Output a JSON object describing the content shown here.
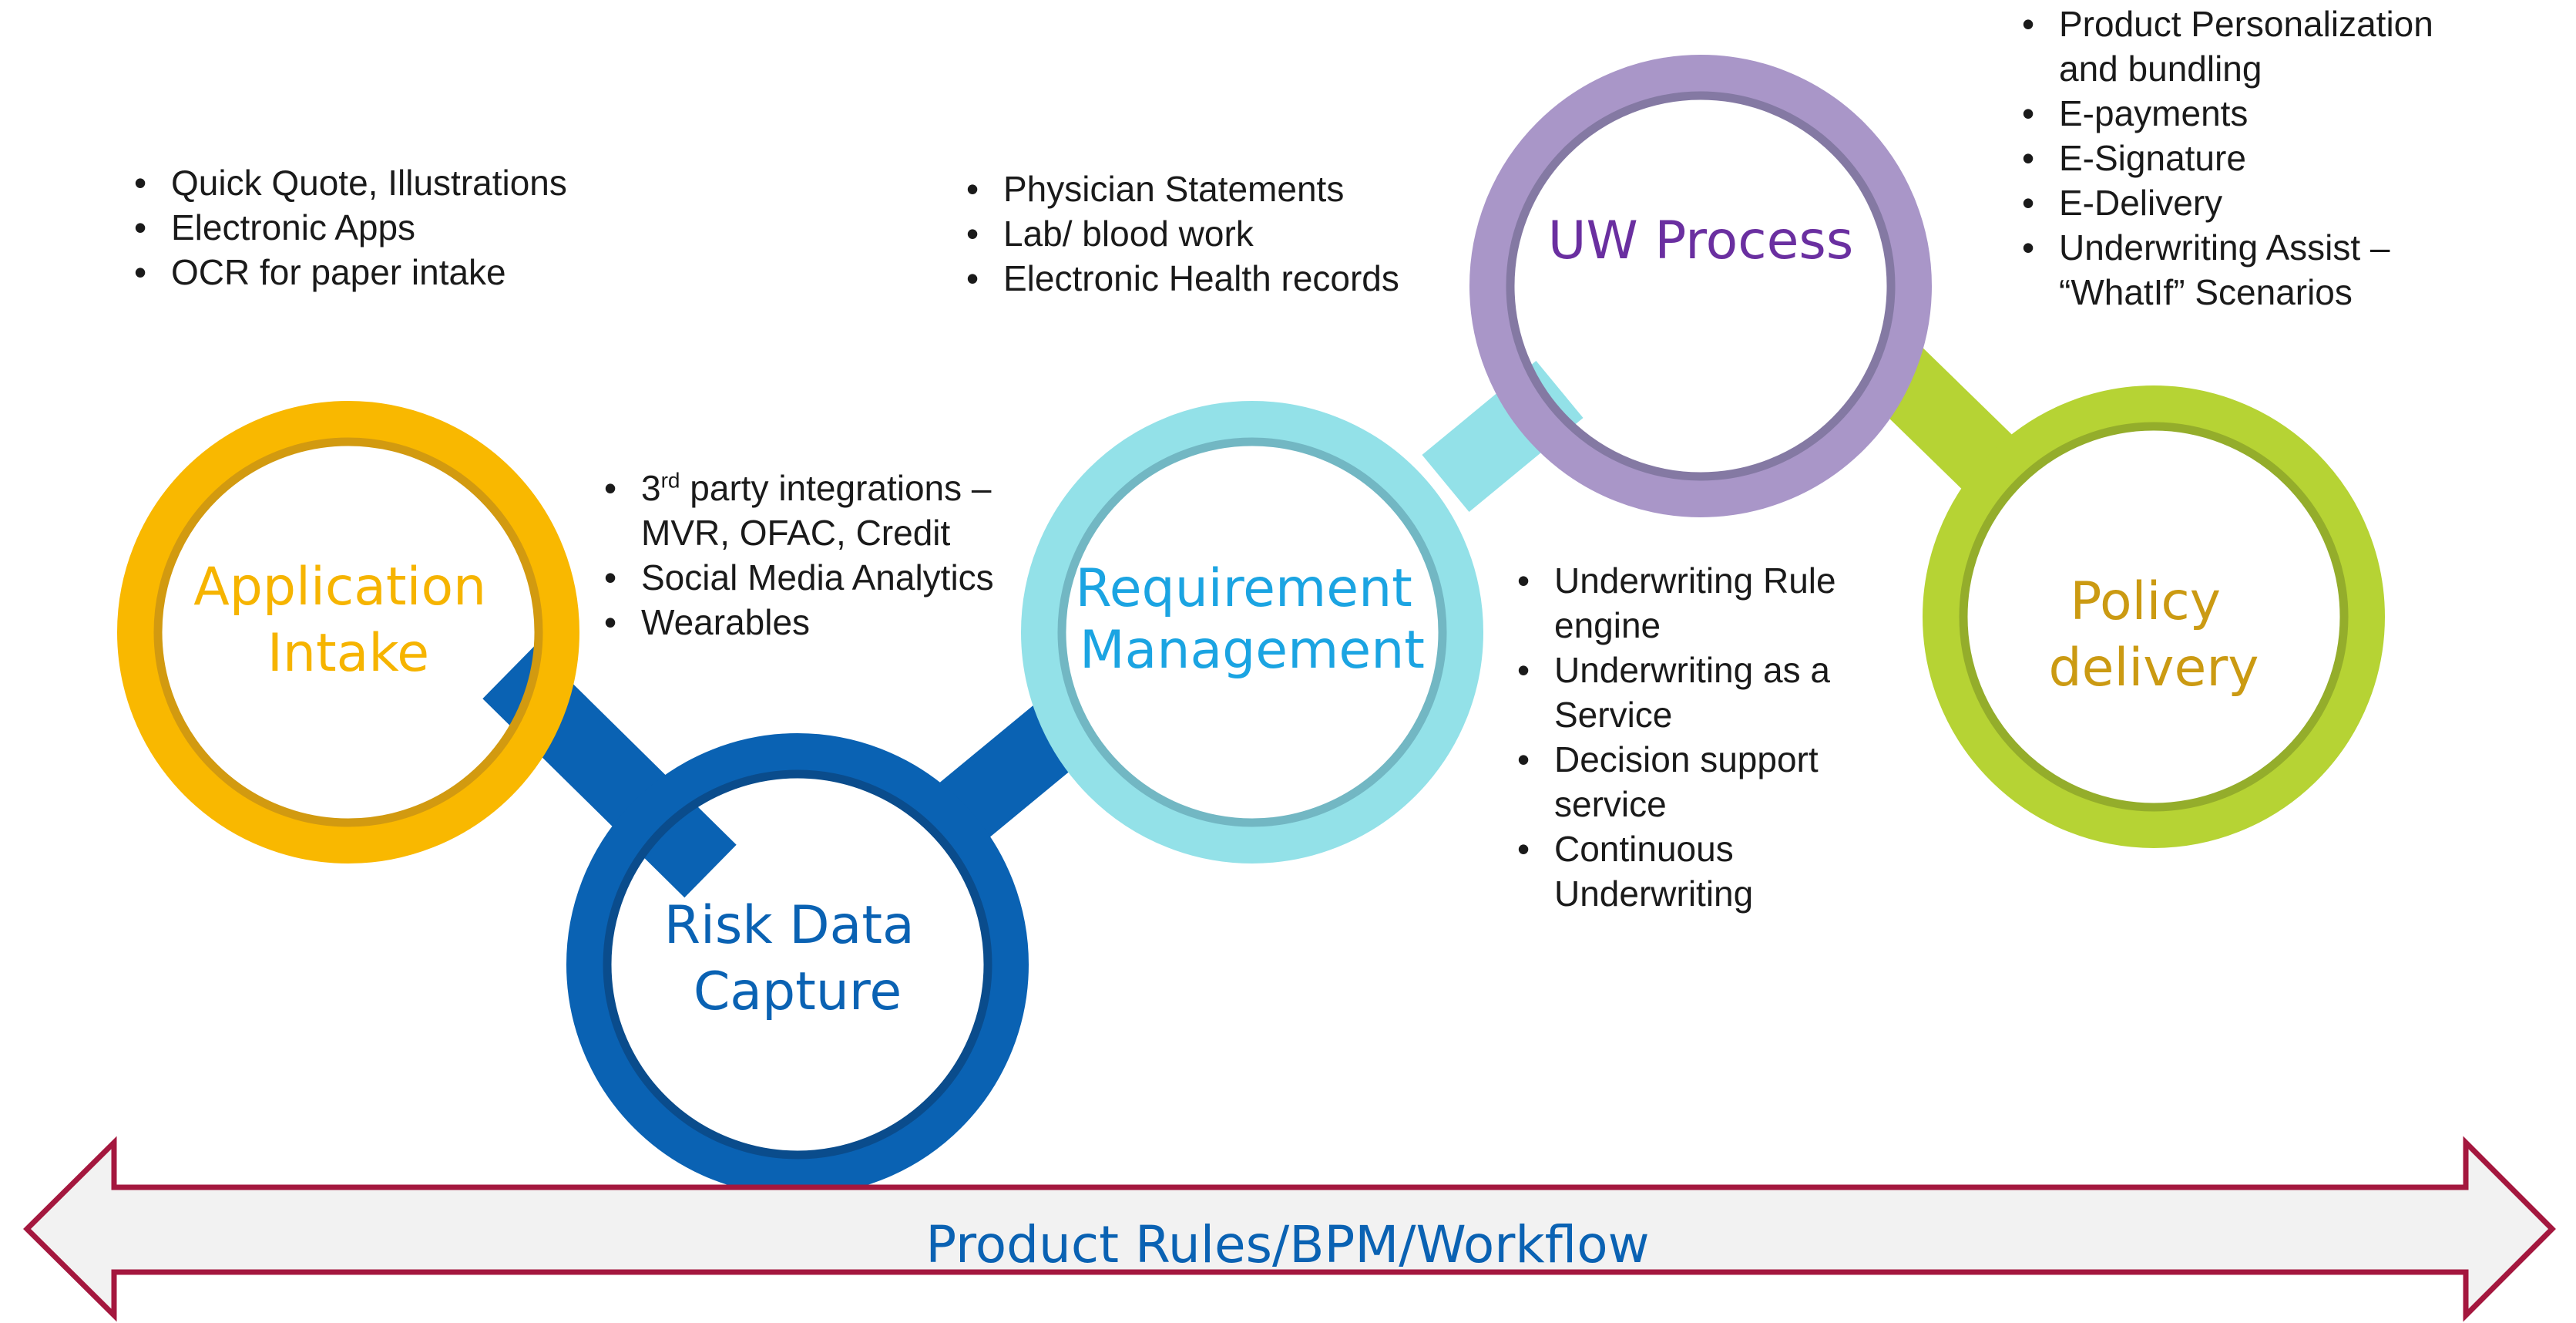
{
  "nodes": [
    {
      "id": "application-intake",
      "title_lines": [
        "Application",
        "Intake"
      ],
      "outer": "#F9B800",
      "inner": "#D29A10",
      "text_color": "#F6B400"
    },
    {
      "id": "risk-data-capture",
      "title_lines": [
        "Risk Data",
        "Capture"
      ],
      "outer": "#0A62B3",
      "inner": "#0A4C8C",
      "text_color": "#0A62B3"
    },
    {
      "id": "requirement-management",
      "title_lines": [
        "Requirement",
        "Management"
      ],
      "outer": "#93E1E8",
      "inner": "#72B7C3",
      "text_color": "#1BA4E2"
    },
    {
      "id": "uw-process",
      "title_lines": [
        "UW Process"
      ],
      "outer": "#A996C8",
      "inner": "#8479A3",
      "text_color": "#6A2FA0"
    },
    {
      "id": "policy-delivery",
      "title_lines": [
        "Policy",
        "delivery"
      ],
      "outer": "#B6D334",
      "inner": "#94AD2B",
      "text_color": "#CB9A12"
    }
  ],
  "bullets": {
    "application_intake": [
      "Quick Quote, Illustrations",
      "Electronic Apps",
      "OCR for paper intake"
    ],
    "risk_data_capture": {
      "first_prefix": "3",
      "first_sup": "rd",
      "first_rest": " party integrations –\nMVR, OFAC, Credit",
      "items": [
        "Social Media Analytics",
        "Wearables"
      ]
    },
    "requirement_management": [
      "Physician Statements",
      "Lab/ blood work",
      "Electronic Health records"
    ],
    "uw_process": [
      "Underwriting Rule\nengine",
      "Underwriting as a\nService",
      "Decision support\nservice",
      "Continuous\nUnderwriting"
    ],
    "policy_delivery": [
      "Product Personalization\nand bundling",
      "E-payments",
      "E-Signature",
      "E-Delivery",
      "Underwriting Assist –\n“WhatIf” Scenarios"
    ]
  },
  "bottom_bar": {
    "label": "Product Rules/BPM/Workflow",
    "border_color": "#A4173E",
    "fill_color": "#F2F2F2",
    "text_color": "#0A62B3"
  }
}
